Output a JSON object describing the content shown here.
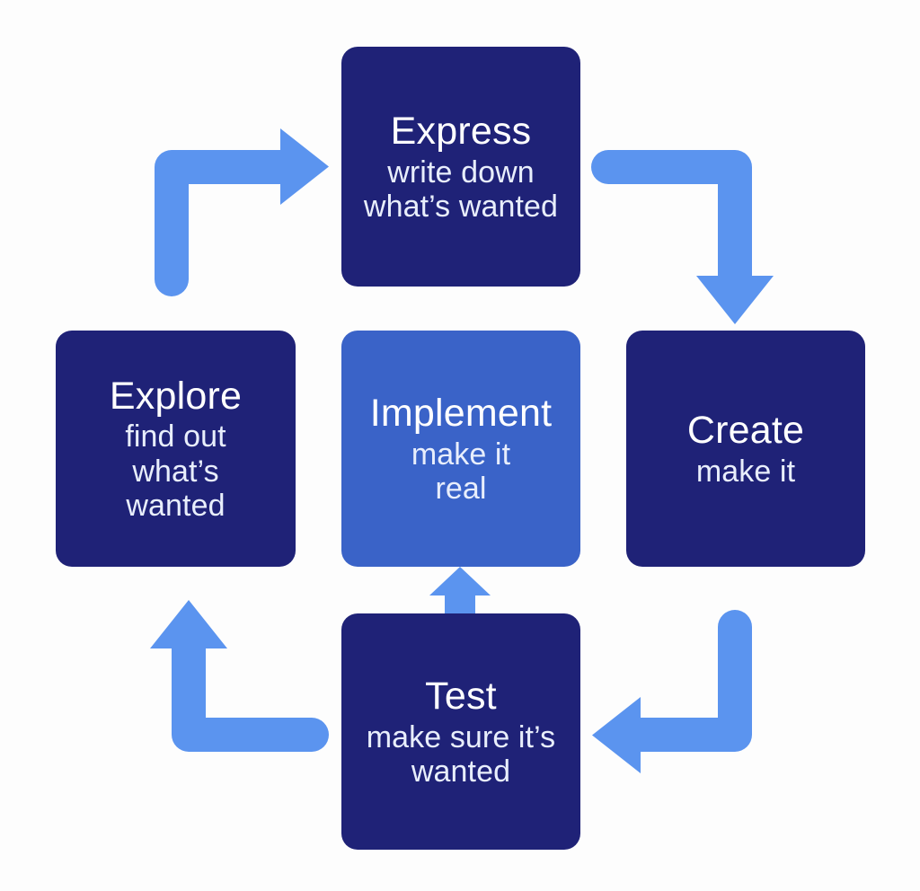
{
  "diagram": {
    "title": "Express Create Test Explore Implement cycle",
    "background_color": "#fdfdfd",
    "colors": {
      "node_dark": "#1f2277",
      "node_accent": "#3a63c8",
      "arrow": "#5b94ef",
      "title_text": "#ffffff",
      "subtitle_text": "#e8eefc"
    },
    "nodes": [
      {
        "id": "express",
        "title": "Express",
        "subtitle": "write down what’s wanted",
        "color": "#1f2277",
        "position": "top"
      },
      {
        "id": "explore",
        "title": "Explore",
        "subtitle": "find out what’s wanted",
        "color": "#1f2277",
        "position": "left"
      },
      {
        "id": "implement",
        "title": "Implement",
        "subtitle": "make it real",
        "color": "#3a63c8",
        "position": "center"
      },
      {
        "id": "create",
        "title": "Create",
        "subtitle": "make it",
        "color": "#1f2277",
        "position": "right"
      },
      {
        "id": "test",
        "title": "Test",
        "subtitle": "make sure it’s wanted",
        "color": "#1f2277",
        "position": "bottom"
      }
    ],
    "arrows": [
      {
        "id": "explore-to-express",
        "from": "explore",
        "to": "express",
        "shape": "elbow-up-right",
        "color": "#5b94ef"
      },
      {
        "id": "express-to-create",
        "from": "express",
        "to": "create",
        "shape": "elbow-right-down",
        "color": "#5b94ef"
      },
      {
        "id": "create-to-test",
        "from": "create",
        "to": "test",
        "shape": "elbow-down-left",
        "color": "#5b94ef"
      },
      {
        "id": "test-to-explore",
        "from": "test",
        "to": "explore",
        "shape": "elbow-left-up",
        "color": "#5b94ef"
      },
      {
        "id": "test-to-implement",
        "from": "test",
        "to": "implement",
        "shape": "straight-up",
        "color": "#5b94ef"
      }
    ]
  }
}
